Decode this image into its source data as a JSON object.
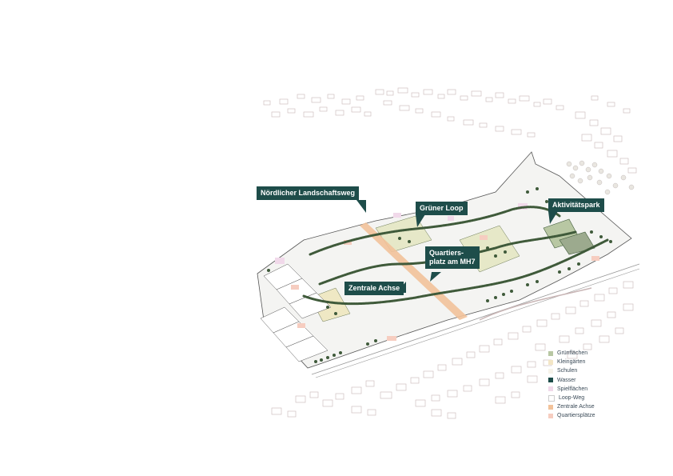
{
  "labels": {
    "nordlicher_landschaftsweg": "Nördlicher Landschaftsweg",
    "gruner_loop": "Grüner Loop",
    "aktivitatspark": "Aktivitätspark",
    "quartiersplatz_line1": "Quartiers-",
    "quartiersplatz_line2": "platz am MH7",
    "zentrale_achse": "Zentrale Achse"
  },
  "legend": [
    {
      "label": "Grünflächen",
      "color": "#b8c7a3"
    },
    {
      "label": "Kleingärten",
      "color": "#f3e6c6"
    },
    {
      "label": "Schulen",
      "color": "#f6f3ea"
    },
    {
      "label": "Wasser",
      "color": "#1e4d4a"
    },
    {
      "label": "Spielflächen",
      "color": "#f1d9ea"
    },
    {
      "label": "Loop-Weg",
      "color": "#ffffff"
    },
    {
      "label": "Zentrale Achse",
      "color": "#f2c29a"
    },
    {
      "label": "Quartiersplätze",
      "color": "#f6cdc0"
    }
  ],
  "colors": {
    "callout_bg": "#1e4d4a",
    "tree_green": "#3f5a3a",
    "building_line": "#c9b6b6",
    "site_fill": "#f4f4f2"
  }
}
